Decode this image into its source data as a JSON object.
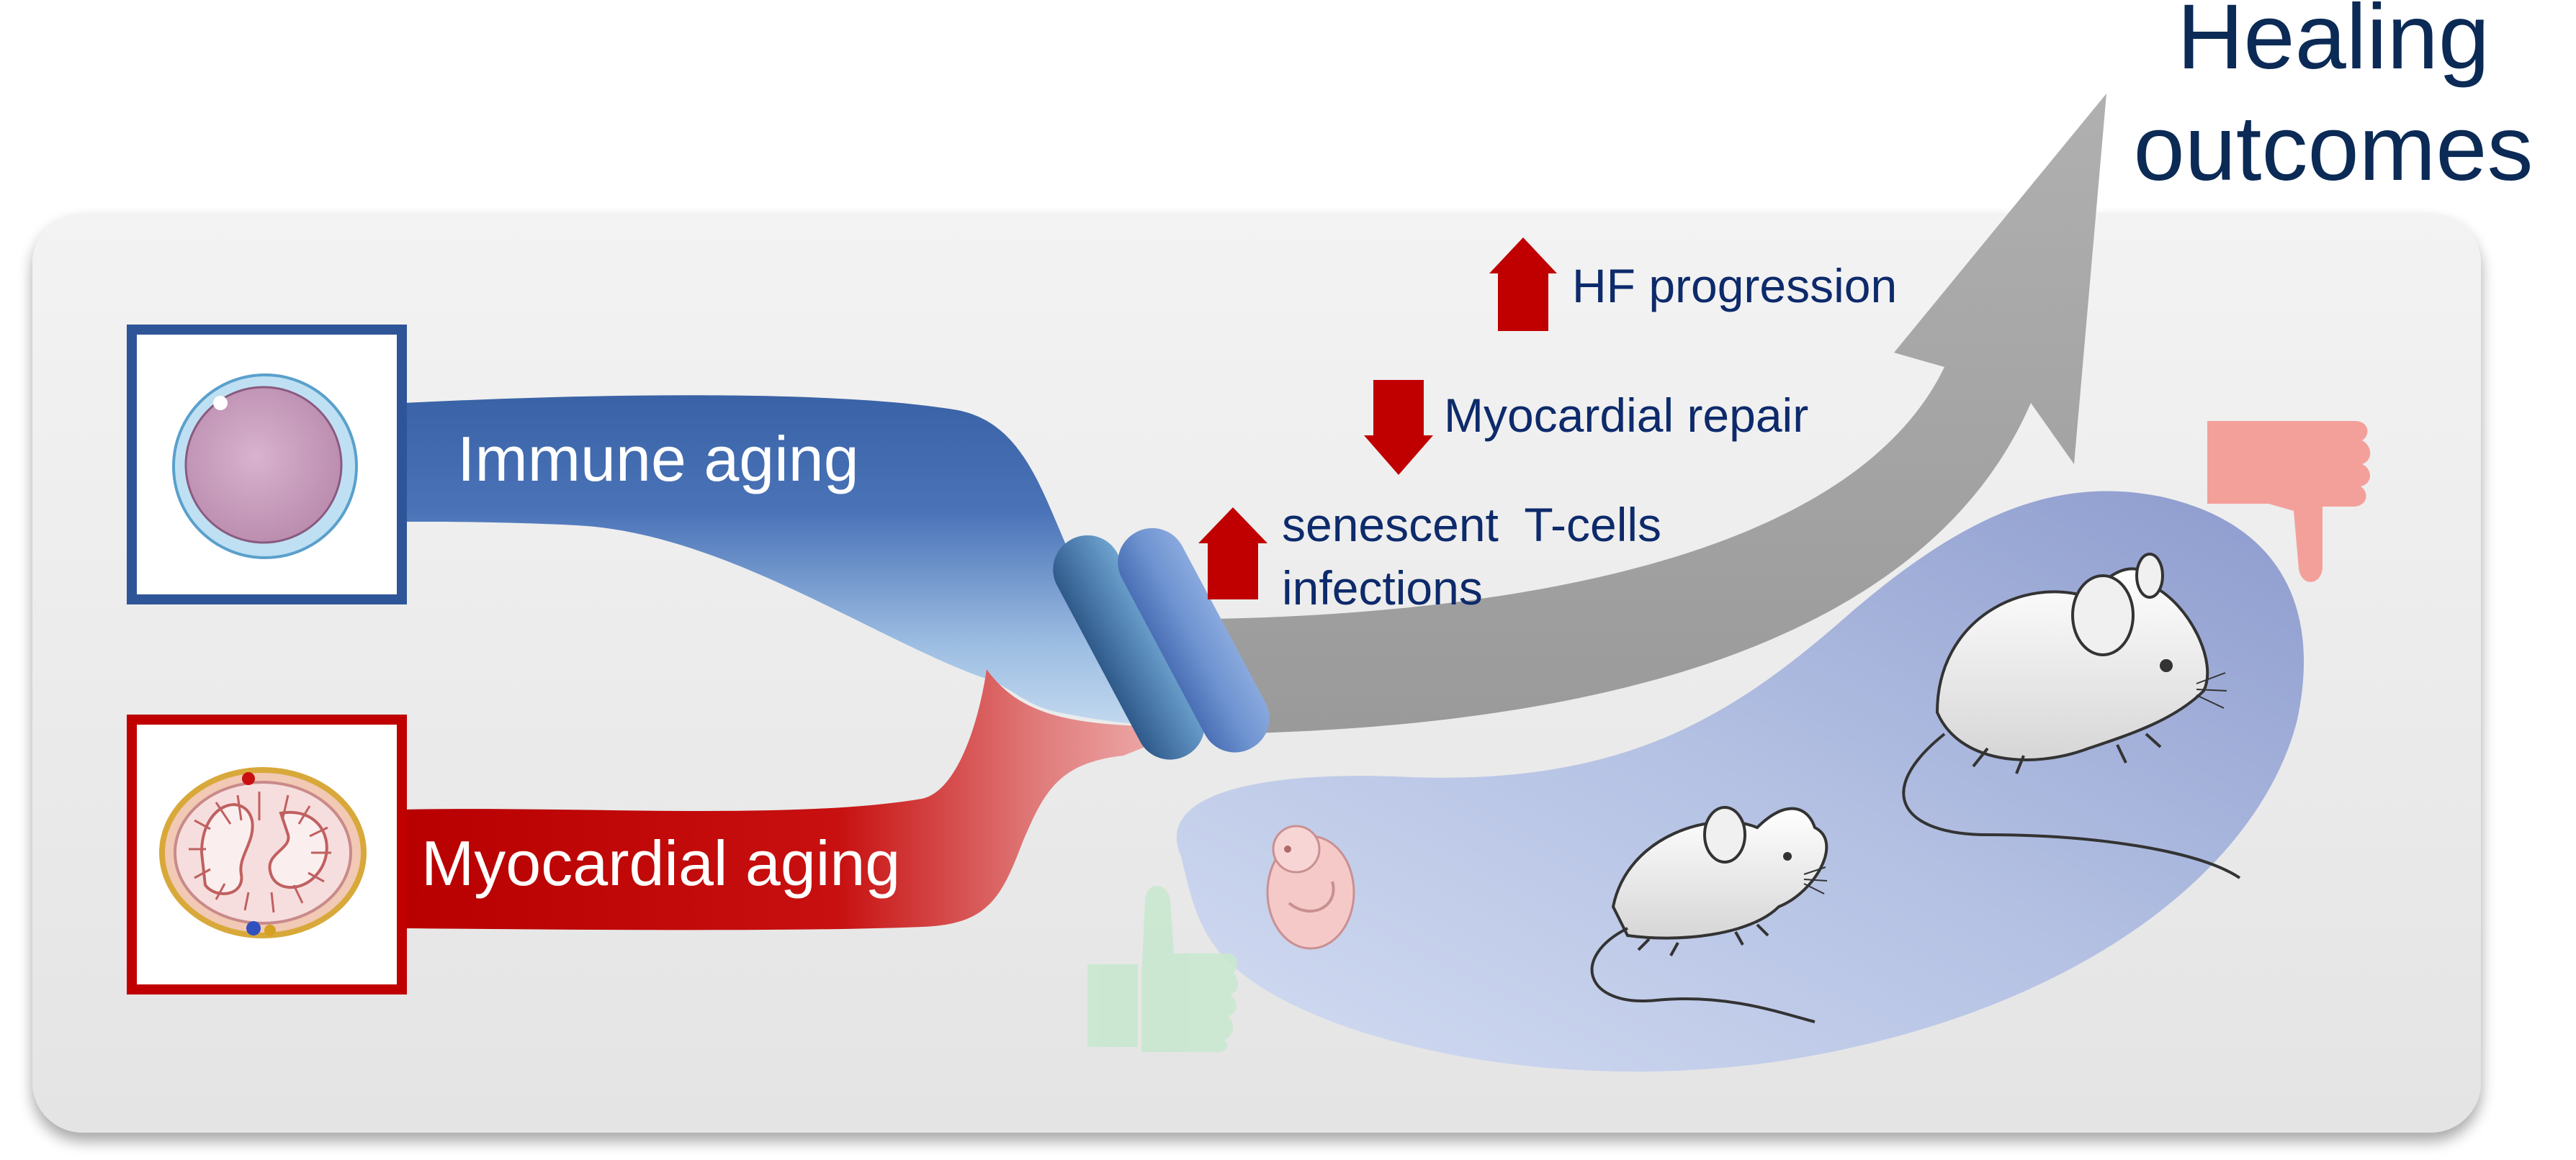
{
  "title": {
    "line1": "Healing",
    "line2": "outcomes"
  },
  "branches": {
    "immune": "Immune aging",
    "myocardial": "Myocardial aging"
  },
  "effects": {
    "hf_progression": "HF progression",
    "myocardial_repair": "Myocardial repair",
    "senescent_line1": "senescent  T-cells",
    "senescent_line2": "infections"
  },
  "icons": {
    "immune_cell": "immune-cell-icon",
    "heart_section": "heart-cross-section-icon",
    "embryo": "embryo-icon",
    "young_mouse": "young-mouse-icon",
    "old_mouse": "old-mouse-icon",
    "thumbs_up": "thumbs-up-icon",
    "thumbs_down": "thumbs-down-icon",
    "up_arrow": "up-arrow-icon",
    "down_arrow": "down-arrow-icon"
  },
  "colors": {
    "title_text": "#0b2a55",
    "effect_text": "#0d2a6b",
    "immune_blue": "#2e5597",
    "myocardial_red": "#c00000",
    "arrow_gray": "#a5a5a5",
    "effect_arrow_red": "#c00000",
    "thumb_up_green": "#c9e8cf",
    "thumb_down_pink": "#f4a09a",
    "panel_gray": "#ebebeb"
  }
}
